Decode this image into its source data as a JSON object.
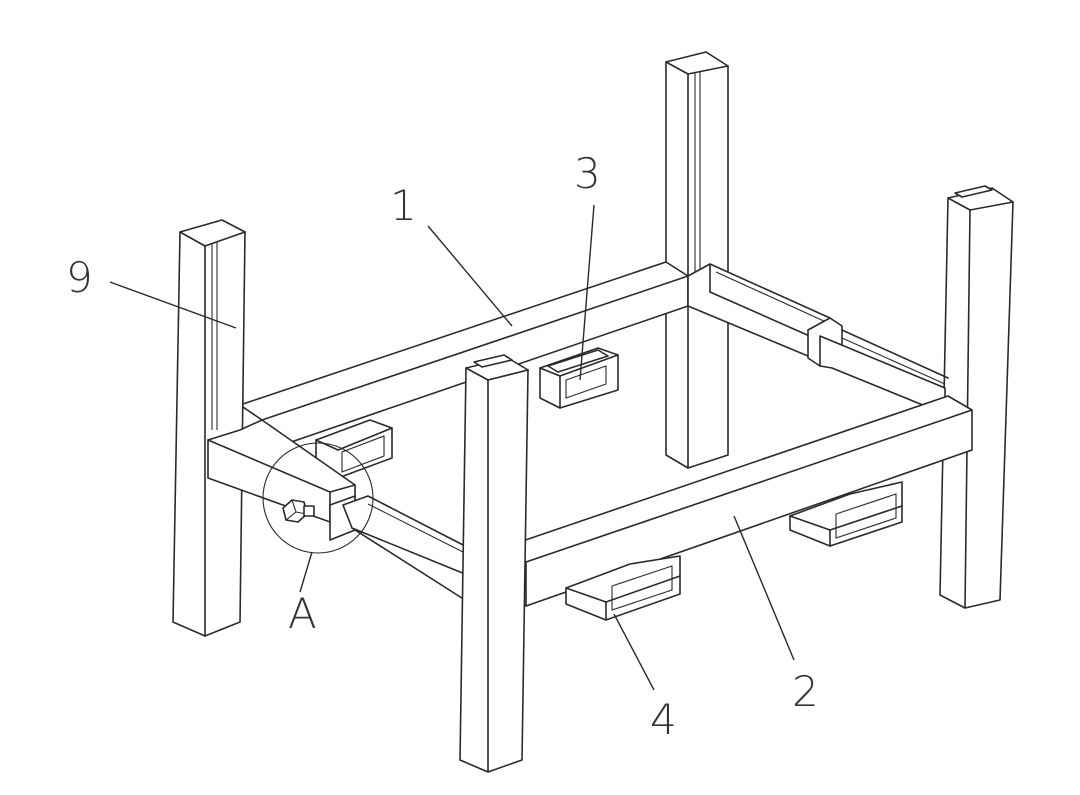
{
  "figure": {
    "labels": {
      "part_1": "1",
      "part_2": "2",
      "part_3": "3",
      "part_4": "4",
      "part_9": "9",
      "detail_a": "A"
    }
  }
}
